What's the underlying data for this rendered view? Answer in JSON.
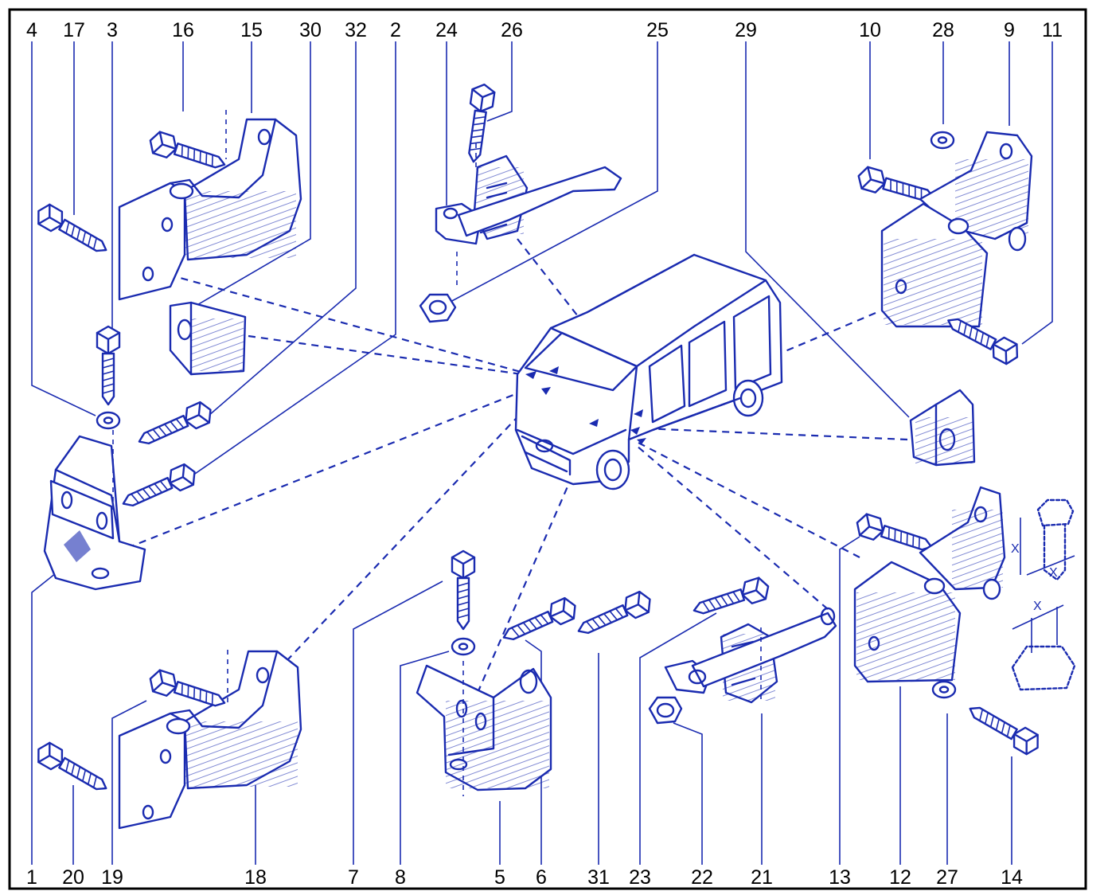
{
  "diagram": {
    "top_callouts": [
      "4",
      "17",
      "3",
      "16",
      "15",
      "30",
      "32",
      "2",
      "24",
      "26",
      "25",
      "29",
      "10",
      "28",
      "9",
      "11"
    ],
    "bottom_callouts": [
      "1",
      "20",
      "19",
      "18",
      "7",
      "8",
      "5",
      "6",
      "31",
      "23",
      "22",
      "21",
      "13",
      "12",
      "27",
      "14"
    ],
    "dimension_marks": [
      "X",
      "X",
      "X"
    ],
    "ink_color": "#1a2bb0",
    "frame_color": "#000000"
  }
}
